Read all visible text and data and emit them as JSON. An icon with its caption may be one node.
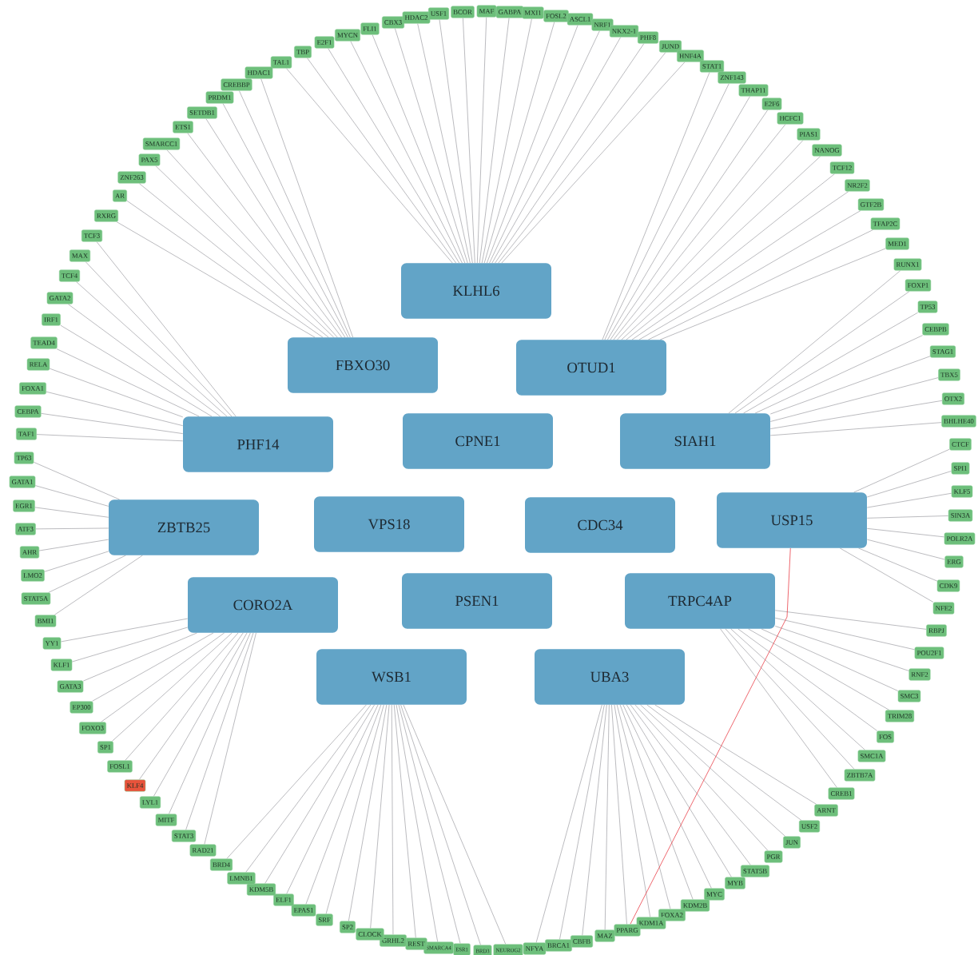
{
  "diagram": {
    "nodes": [
      {
        "text": [
          "KLHL6"
        ]
      },
      {
        "text": [
          "FBXO30"
        ]
      },
      {
        "text": [
          "OTUD1"
        ]
      },
      {
        "text": [
          "PHF14"
        ]
      },
      {
        "text": [
          "CPNE1"
        ]
      },
      {
        "text": [
          "SIAH1"
        ]
      },
      {
        "text": [
          "ZBTB25"
        ]
      },
      {
        "text": [
          "VPS18"
        ]
      },
      {
        "text": [
          "CDC34"
        ]
      },
      {
        "text": [
          "USP15"
        ]
      },
      {
        "text": [
          "CORO2A"
        ]
      },
      {
        "text": [
          "PSEN1"
        ]
      },
      {
        "text": [
          "TRPC4AP"
        ]
      },
      {
        "text": [
          "WSB1"
        ]
      },
      {
        "text": [
          "UBA3"
        ]
      },
      {
        "text": [
          "TAL1"
        ]
      },
      {
        "text": [
          "TBP"
        ]
      },
      {
        "text": [
          "E2F1"
        ]
      },
      {
        "text": [
          "MYCN"
        ]
      },
      {
        "text": [
          "FLI1"
        ]
      },
      {
        "text": [
          "CBX3"
        ]
      },
      {
        "text": [
          "HDAC2"
        ]
      },
      {
        "text": [
          "USF1"
        ]
      },
      {
        "text": [
          "BCOR"
        ]
      },
      {
        "text": [
          "MAF"
        ]
      },
      {
        "text": [
          "GABPA"
        ]
      },
      {
        "text": [
          "MXI1"
        ]
      },
      {
        "text": [
          "FOSL2"
        ]
      },
      {
        "text": [
          "ASCL1"
        ]
      },
      {
        "text": [
          "NRF1"
        ]
      },
      {
        "text": [
          "NKX2-1"
        ]
      },
      {
        "text": [
          "PHF8"
        ]
      },
      {
        "text": [
          "JUND"
        ]
      },
      {
        "text": [
          "HNF4A"
        ]
      },
      {
        "text": [
          "STAT1"
        ]
      },
      {
        "text": [
          "ZNF143"
        ]
      },
      {
        "text": [
          "THAP11"
        ]
      },
      {
        "text": [
          "E2F6"
        ]
      },
      {
        "text": [
          "HCFC1"
        ]
      },
      {
        "text": [
          "PIAS1"
        ]
      },
      {
        "text": [
          "NANOG"
        ]
      },
      {
        "text": [
          "TCF12"
        ]
      },
      {
        "text": [
          "NR2F2"
        ]
      },
      {
        "text": [
          "GTF2B"
        ]
      },
      {
        "text": [
          "TFAP2C"
        ]
      },
      {
        "text": [
          "MED1"
        ]
      },
      {
        "text": [
          "RUNX1"
        ]
      },
      {
        "text": [
          "FOXP1"
        ]
      },
      {
        "text": [
          "TP53"
        ]
      },
      {
        "text": [
          "CEBPB"
        ]
      },
      {
        "text": [
          "STAG1"
        ]
      },
      {
        "text": [
          "TBX5"
        ]
      },
      {
        "text": [
          "OTX2"
        ]
      },
      {
        "text": [
          "BHLHE40"
        ]
      },
      {
        "text": [
          "CTCF"
        ]
      },
      {
        "text": [
          "SPI1"
        ]
      },
      {
        "text": [
          "KLF5"
        ]
      },
      {
        "text": [
          "SIN3A"
        ]
      },
      {
        "text": [
          "POLR2A"
        ]
      },
      {
        "text": [
          "ERG"
        ]
      },
      {
        "text": [
          "CDK9"
        ]
      },
      {
        "text": [
          "NFE2"
        ]
      },
      {
        "text": [
          "RBPJ"
        ]
      },
      {
        "text": [
          "POU2F1"
        ]
      },
      {
        "text": [
          "RNF2"
        ]
      },
      {
        "text": [
          "SMC3"
        ]
      },
      {
        "text": [
          "TRIM28"
        ]
      },
      {
        "text": [
          "FOS"
        ]
      },
      {
        "text": [
          "SMC1A"
        ]
      },
      {
        "text": [
          "ZBTB7A"
        ]
      },
      {
        "text": [
          "CREB1"
        ]
      },
      {
        "text": [
          "ARNT"
        ]
      },
      {
        "text": [
          "USF2"
        ]
      },
      {
        "text": [
          "JUN"
        ]
      },
      {
        "text": [
          "PGR"
        ]
      },
      {
        "text": [
          "STAT5B"
        ]
      },
      {
        "text": [
          "MYB"
        ]
      },
      {
        "text": [
          "MYC"
        ]
      },
      {
        "text": [
          "KDM2B"
        ]
      },
      {
        "text": [
          "FOXA2"
        ]
      },
      {
        "text": [
          "KDM1A"
        ]
      },
      {
        "text": [
          "PPARG"
        ]
      },
      {
        "text": [
          "MAZ"
        ]
      },
      {
        "text": [
          "CBFB"
        ]
      },
      {
        "text": [
          "BRCA1"
        ]
      },
      {
        "text": [
          "NFYA"
        ]
      },
      {
        "text": [
          "NEUROG2"
        ]
      },
      {
        "text": [
          "BRD3"
        ]
      },
      {
        "text": [
          "ESR1"
        ]
      },
      {
        "text": [
          "SMARCA4"
        ]
      },
      {
        "text": [
          "REST"
        ]
      },
      {
        "text": [
          "GRHL2"
        ]
      },
      {
        "text": [
          "CLOCK"
        ]
      },
      {
        "text": [
          "SP2"
        ]
      },
      {
        "text": [
          "SRF"
        ]
      },
      {
        "text": [
          "EPAS1"
        ]
      },
      {
        "text": [
          "ELF1"
        ]
      },
      {
        "text": [
          "KDM5B"
        ]
      },
      {
        "text": [
          "LMNB1"
        ]
      },
      {
        "text": [
          "BRD4"
        ]
      },
      {
        "text": [
          "RAD21"
        ]
      },
      {
        "text": [
          "STAT3"
        ]
      },
      {
        "text": [
          "MITF"
        ]
      },
      {
        "text": [
          "LYL1"
        ]
      },
      {
        "text": [
          "KLF4"
        ]
      },
      {
        "text": [
          "FOSL1"
        ]
      },
      {
        "text": [
          "SP1"
        ]
      },
      {
        "text": [
          "FOXO3"
        ]
      },
      {
        "text": [
          "EP300"
        ]
      },
      {
        "text": [
          "GATA3"
        ]
      },
      {
        "text": [
          "KLF1"
        ]
      },
      {
        "text": [
          "YY1"
        ]
      },
      {
        "text": [
          "BMI1"
        ]
      },
      {
        "text": [
          "STAT5A"
        ]
      },
      {
        "text": [
          "LMO2"
        ]
      },
      {
        "text": [
          "AHR"
        ]
      },
      {
        "text": [
          "ATF3"
        ]
      },
      {
        "text": [
          "EGR1"
        ]
      },
      {
        "text": [
          "GATA1"
        ]
      },
      {
        "text": [
          "TP63"
        ]
      },
      {
        "text": [
          "TAF1"
        ]
      },
      {
        "text": [
          "CEBPA"
        ]
      },
      {
        "text": [
          "FOXA1"
        ]
      },
      {
        "text": [
          "RELA"
        ]
      },
      {
        "text": [
          "TEAD4"
        ]
      },
      {
        "text": [
          "IRF1"
        ]
      },
      {
        "text": [
          "GATA2"
        ]
      },
      {
        "text": [
          "TCF4"
        ]
      },
      {
        "text": [
          "MAX"
        ]
      },
      {
        "text": [
          "TCF3"
        ]
      },
      {
        "text": [
          "RXRG"
        ]
      },
      {
        "text": [
          "AR"
        ]
      },
      {
        "text": [
          "ZNF263"
        ]
      },
      {
        "text": [
          "PAX5"
        ]
      },
      {
        "text": [
          "SMARCC1"
        ]
      },
      {
        "text": [
          "ETS1"
        ]
      },
      {
        "text": [
          "SETDB1"
        ]
      },
      {
        "text": [
          "PRDM1"
        ]
      },
      {
        "text": [
          "CREBBP"
        ]
      },
      {
        "text": [
          "HDAC1"
        ]
      }
    ],
    "edges": [
      {
        "from": 15,
        "to": 0,
        "arrow": "none"
      },
      {
        "from": 16,
        "to": 0,
        "arrow": "none"
      },
      {
        "from": 17,
        "to": 0,
        "arrow": "none"
      },
      {
        "from": 18,
        "to": 0,
        "arrow": "none"
      },
      {
        "from": 19,
        "to": 0,
        "arrow": "none"
      },
      {
        "from": 20,
        "to": 0,
        "arrow": "none"
      },
      {
        "from": 21,
        "to": 0,
        "arrow": "none"
      },
      {
        "from": 22,
        "to": 0,
        "arrow": "none"
      },
      {
        "from": 23,
        "to": 0,
        "arrow": "none"
      },
      {
        "from": 24,
        "to": 0,
        "arrow": "none"
      },
      {
        "from": 25,
        "to": 0,
        "arrow": "none"
      },
      {
        "from": 26,
        "to": 0,
        "arrow": "none"
      },
      {
        "from": 27,
        "to": 0,
        "arrow": "none"
      },
      {
        "from": 28,
        "to": 0,
        "arrow": "none"
      },
      {
        "from": 29,
        "to": 0,
        "arrow": "none"
      },
      {
        "from": 30,
        "to": 0,
        "arrow": "none"
      },
      {
        "from": 31,
        "to": 0,
        "arrow": "none"
      },
      {
        "from": 32,
        "to": 0,
        "arrow": "none"
      },
      {
        "from": 33,
        "to": 0,
        "arrow": "none"
      },
      {
        "from": 34,
        "to": 2,
        "arrow": "none"
      },
      {
        "from": 35,
        "to": 2,
        "arrow": "none"
      },
      {
        "from": 36,
        "to": 2,
        "arrow": "none"
      },
      {
        "from": 37,
        "to": 2,
        "arrow": "none"
      },
      {
        "from": 38,
        "to": 2,
        "arrow": "none"
      },
      {
        "from": 39,
        "to": 2,
        "arrow": "none"
      },
      {
        "from": 40,
        "to": 2,
        "arrow": "none"
      },
      {
        "from": 41,
        "to": 2,
        "arrow": "none"
      },
      {
        "from": 42,
        "to": 2,
        "arrow": "none"
      },
      {
        "from": 43,
        "to": 2,
        "arrow": "none"
      },
      {
        "from": 44,
        "to": 2,
        "arrow": "none"
      },
      {
        "from": 45,
        "to": 2,
        "arrow": "none"
      },
      {
        "from": 46,
        "to": 5,
        "arrow": "none"
      },
      {
        "from": 47,
        "to": 5,
        "arrow": "none"
      },
      {
        "from": 48,
        "to": 5,
        "arrow": "none"
      },
      {
        "from": 49,
        "to": 5,
        "arrow": "none"
      },
      {
        "from": 50,
        "to": 5,
        "arrow": "none"
      },
      {
        "from": 51,
        "to": 5,
        "arrow": "none"
      },
      {
        "from": 52,
        "to": 5,
        "arrow": "none"
      },
      {
        "from": 53,
        "to": 5,
        "arrow": "none"
      },
      {
        "from": 54,
        "to": 9,
        "arrow": "none"
      },
      {
        "from": 55,
        "to": 9,
        "arrow": "none"
      },
      {
        "from": 56,
        "to": 9,
        "arrow": "none"
      },
      {
        "from": 57,
        "to": 9,
        "arrow": "none"
      },
      {
        "from": 58,
        "to": 9,
        "arrow": "none"
      },
      {
        "from": 59,
        "to": 9,
        "arrow": "none"
      },
      {
        "from": 60,
        "to": 9,
        "arrow": "none"
      },
      {
        "from": 61,
        "to": 9,
        "arrow": "none"
      },
      {
        "from": 62,
        "to": 12,
        "arrow": "none"
      },
      {
        "from": 63,
        "to": 12,
        "arrow": "none"
      },
      {
        "from": 64,
        "to": 12,
        "arrow": "none"
      },
      {
        "from": 65,
        "to": 12,
        "arrow": "none"
      },
      {
        "from": 66,
        "to": 12,
        "arrow": "none"
      },
      {
        "from": 67,
        "to": 12,
        "arrow": "none"
      },
      {
        "from": 68,
        "to": 12,
        "arrow": "none"
      },
      {
        "from": 69,
        "to": 12,
        "arrow": "none"
      },
      {
        "from": 70,
        "to": 12,
        "arrow": "none"
      },
      {
        "from": 71,
        "to": 14,
        "arrow": "none"
      },
      {
        "from": 72,
        "to": 14,
        "arrow": "none"
      },
      {
        "from": 73,
        "to": 14,
        "arrow": "none"
      },
      {
        "from": 74,
        "to": 14,
        "arrow": "none"
      },
      {
        "from": 75,
        "to": 14,
        "arrow": "none"
      },
      {
        "from": 76,
        "to": 14,
        "arrow": "none"
      },
      {
        "from": 77,
        "to": 14,
        "arrow": "none"
      },
      {
        "from": 78,
        "to": 14,
        "arrow": "none"
      },
      {
        "from": 79,
        "to": 14,
        "arrow": "none"
      },
      {
        "from": 80,
        "to": 14,
        "arrow": "none"
      },
      {
        "from": 81,
        "to": 14,
        "arrow": "none"
      },
      {
        "from": 82,
        "to": 14,
        "arrow": "none"
      },
      {
        "from": 83,
        "to": 14,
        "arrow": "none"
      },
      {
        "from": 84,
        "to": 14,
        "arrow": "none"
      },
      {
        "from": 85,
        "to": 14,
        "arrow": "none"
      },
      {
        "from": 86,
        "to": 13,
        "arrow": "none"
      },
      {
        "from": 87,
        "to": 13,
        "arrow": "none"
      },
      {
        "from": 88,
        "to": 13,
        "arrow": "none"
      },
      {
        "from": 89,
        "to": 13,
        "arrow": "none"
      },
      {
        "from": 90,
        "to": 13,
        "arrow": "none"
      },
      {
        "from": 91,
        "to": 13,
        "arrow": "none"
      },
      {
        "from": 92,
        "to": 13,
        "arrow": "none"
      },
      {
        "from": 93,
        "to": 13,
        "arrow": "none"
      },
      {
        "from": 94,
        "to": 13,
        "arrow": "none"
      },
      {
        "from": 95,
        "to": 13,
        "arrow": "none"
      },
      {
        "from": 96,
        "to": 13,
        "arrow": "none"
      },
      {
        "from": 97,
        "to": 13,
        "arrow": "none"
      },
      {
        "from": 98,
        "to": 13,
        "arrow": "none"
      },
      {
        "from": 99,
        "to": 13,
        "arrow": "none"
      },
      {
        "from": 100,
        "to": 10,
        "arrow": "none"
      },
      {
        "from": 101,
        "to": 10,
        "arrow": "none"
      },
      {
        "from": 102,
        "to": 10,
        "arrow": "none"
      },
      {
        "from": 103,
        "to": 10,
        "arrow": "none"
      },
      {
        "from": 104,
        "to": 10,
        "arrow": "none"
      },
      {
        "from": 105,
        "to": 10,
        "arrow": "none"
      },
      {
        "from": 106,
        "to": 10,
        "arrow": "none"
      },
      {
        "from": 107,
        "to": 10,
        "arrow": "none"
      },
      {
        "from": 108,
        "to": 10,
        "arrow": "none"
      },
      {
        "from": 109,
        "to": 10,
        "arrow": "none"
      },
      {
        "from": 110,
        "to": 10,
        "arrow": "none"
      },
      {
        "from": 111,
        "to": 10,
        "arrow": "none"
      },
      {
        "from": 112,
        "to": 6,
        "arrow": "none"
      },
      {
        "from": 113,
        "to": 6,
        "arrow": "none"
      },
      {
        "from": 114,
        "to": 6,
        "arrow": "none"
      },
      {
        "from": 115,
        "to": 6,
        "arrow": "none"
      },
      {
        "from": 116,
        "to": 6,
        "arrow": "none"
      },
      {
        "from": 117,
        "to": 6,
        "arrow": "none"
      },
      {
        "from": 118,
        "to": 6,
        "arrow": "none"
      },
      {
        "from": 119,
        "to": 6,
        "arrow": "none"
      },
      {
        "from": 120,
        "to": 3,
        "arrow": "none"
      },
      {
        "from": 121,
        "to": 3,
        "arrow": "none"
      },
      {
        "from": 122,
        "to": 3,
        "arrow": "none"
      },
      {
        "from": 123,
        "to": 3,
        "arrow": "none"
      },
      {
        "from": 124,
        "to": 3,
        "arrow": "none"
      },
      {
        "from": 125,
        "to": 3,
        "arrow": "none"
      },
      {
        "from": 126,
        "to": 3,
        "arrow": "none"
      },
      {
        "from": 127,
        "to": 3,
        "arrow": "none"
      },
      {
        "from": 128,
        "to": 3,
        "arrow": "none"
      },
      {
        "from": 129,
        "to": 3,
        "arrow": "none"
      },
      {
        "from": 130,
        "to": 1,
        "arrow": "none"
      },
      {
        "from": 131,
        "to": 1,
        "arrow": "none"
      },
      {
        "from": 132,
        "to": 1,
        "arrow": "none"
      },
      {
        "from": 133,
        "to": 1,
        "arrow": "none"
      },
      {
        "from": 134,
        "to": 1,
        "arrow": "none"
      },
      {
        "from": 135,
        "to": 1,
        "arrow": "none"
      },
      {
        "from": 136,
        "to": 1,
        "arrow": "none"
      },
      {
        "from": 137,
        "to": 1,
        "arrow": "none"
      },
      {
        "from": 138,
        "to": 1,
        "arrow": "none"
      },
      {
        "from": 139,
        "to": 1,
        "arrow": "none"
      },
      {
        "from": 81,
        "to": 9,
        "arrow": "none",
        "color": "#e8303a"
      }
    ]
  }
}
